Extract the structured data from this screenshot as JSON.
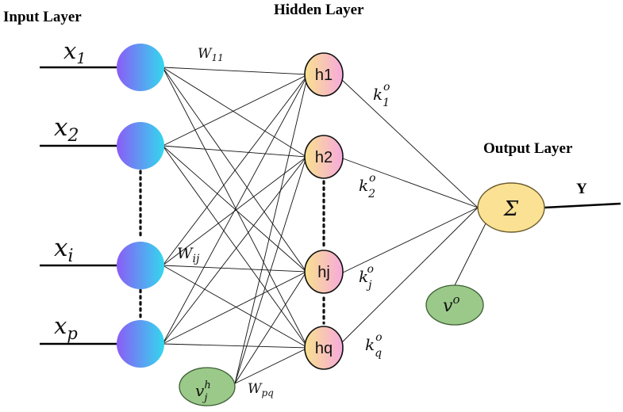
{
  "titles": {
    "input": "Input Layer",
    "hidden": "Hidden Layer",
    "output": "Output  Layer"
  },
  "input_nodes": [
    {
      "var": "x",
      "sub": "1"
    },
    {
      "var": "x",
      "sub": "2"
    },
    {
      "var": "x",
      "sub": "i"
    },
    {
      "var": "x",
      "sub": "p"
    }
  ],
  "hidden_nodes": [
    {
      "label": "h1",
      "weight": {
        "var": "k",
        "sub": "1",
        "sup": "o"
      }
    },
    {
      "label": "h2",
      "weight": {
        "var": "k",
        "sub": "2",
        "sup": "o"
      }
    },
    {
      "label": "hj",
      "weight": {
        "var": "k",
        "sub": "j",
        "sup": "o"
      }
    },
    {
      "label": "hq",
      "weight": {
        "var": "k",
        "sub": "q",
        "sup": "o"
      }
    }
  ],
  "weights": {
    "w11": {
      "var": "W",
      "sub": "11"
    },
    "wij": {
      "var": "W",
      "sub": "ij"
    },
    "wpq": {
      "var": "W",
      "sub": "pq"
    }
  },
  "hidden_bias": {
    "var": "v",
    "sub": "j",
    "sup": "h"
  },
  "output_bias": {
    "var": "v",
    "sup": "o"
  },
  "output_node": {
    "symbol": "Σ"
  },
  "output_label": "Y",
  "colors": {
    "input_left": "#8a5cf6",
    "input_right": "#33d8ee",
    "hidden_left": "#f8e18e",
    "hidden_right": "#f7a9dc",
    "output_fill": "#fbe193",
    "output_stroke": "#6b5d2f",
    "bias_fill": "#9bc98a",
    "bias_stroke": "#3d5e35"
  }
}
